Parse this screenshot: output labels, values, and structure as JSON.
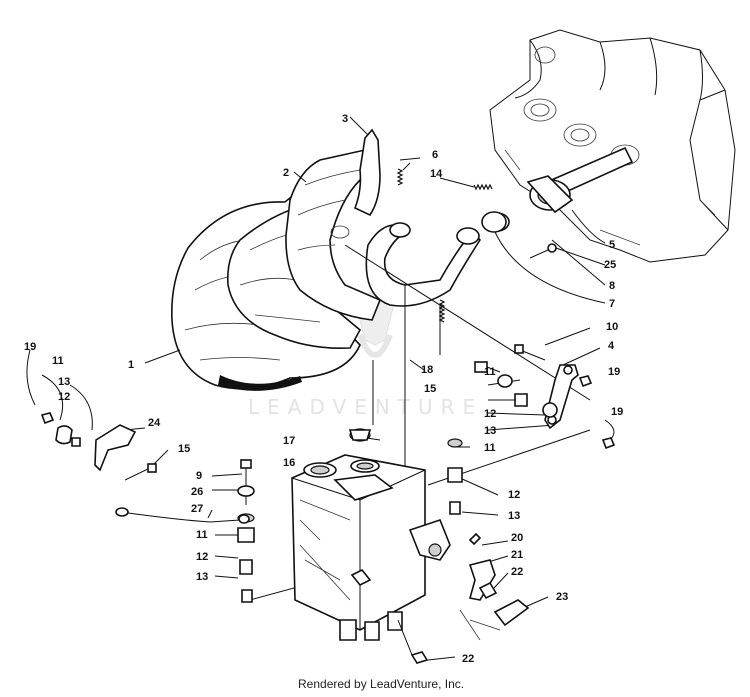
{
  "diagram": {
    "watermark": "LEADVENTURE",
    "footer": "Rendered by LeadVenture, Inc.",
    "callouts": {
      "c1": "1",
      "c2": "2",
      "c3": "3",
      "c4": "4",
      "c5": "5",
      "c6": "6",
      "c7": "7",
      "c8": "8",
      "c9": "9",
      "c10": "10",
      "c11a": "11",
      "c11b": "11",
      "c11c": "11",
      "c11d": "11",
      "c12a": "12",
      "c12b": "12",
      "c12c": "12",
      "c12d": "12",
      "c13a": "13",
      "c13b": "13",
      "c13c": "13",
      "c13d": "13",
      "c14": "14",
      "c15a": "15",
      "c15b": "15",
      "c16": "16",
      "c17": "17",
      "c18": "18",
      "c19a": "19",
      "c19b": "19",
      "c19c": "19",
      "c20": "20",
      "c21": "21",
      "c22a": "22",
      "c22b": "22",
      "c23": "23",
      "c24": "24",
      "c25": "25",
      "c26": "26",
      "c27": "27"
    }
  }
}
